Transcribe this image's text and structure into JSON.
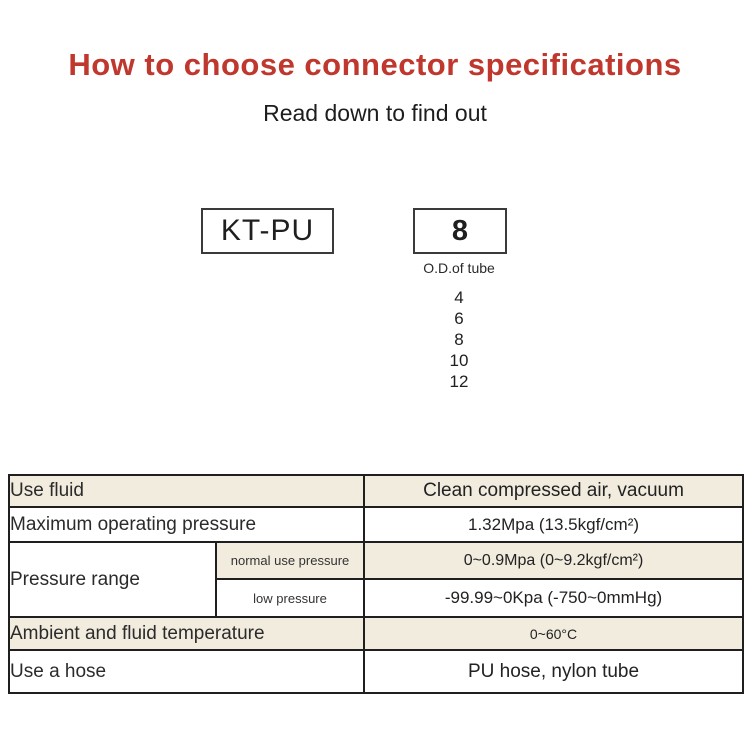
{
  "page": {
    "title": "How to choose connector specifications",
    "subtitle": "Read down to find out"
  },
  "model_selector": {
    "series_code": "KT-PU",
    "size_code": "8",
    "size_field_label": "O.D.of tube",
    "size_options": [
      "4",
      "6",
      "8",
      "10",
      "12"
    ]
  },
  "spec_table": {
    "rows": [
      {
        "label": "Use fluid",
        "value": "Clean compressed air, vacuum"
      },
      {
        "label": "Maximum operating pressure",
        "value": "1.32Mpa (13.5kgf/cm²)"
      },
      {
        "label": "Pressure range",
        "sub_rows": [
          {
            "sub_label": "normal use pressure",
            "value": "0~0.9Mpa (0~9.2kgf/cm²)"
          },
          {
            "sub_label": "low pressure",
            "value": "-99.99~0Kpa (-750~0mmHg)"
          }
        ]
      },
      {
        "label": "Ambient and fluid temperature",
        "value": "0~60°C"
      },
      {
        "label": "Use a hose",
        "value": "PU hose, nylon tube"
      }
    ]
  },
  "colors": {
    "title_red": "#c0372e",
    "row_beige": "#f2ecdf",
    "border_black": "#1f1f1f"
  }
}
